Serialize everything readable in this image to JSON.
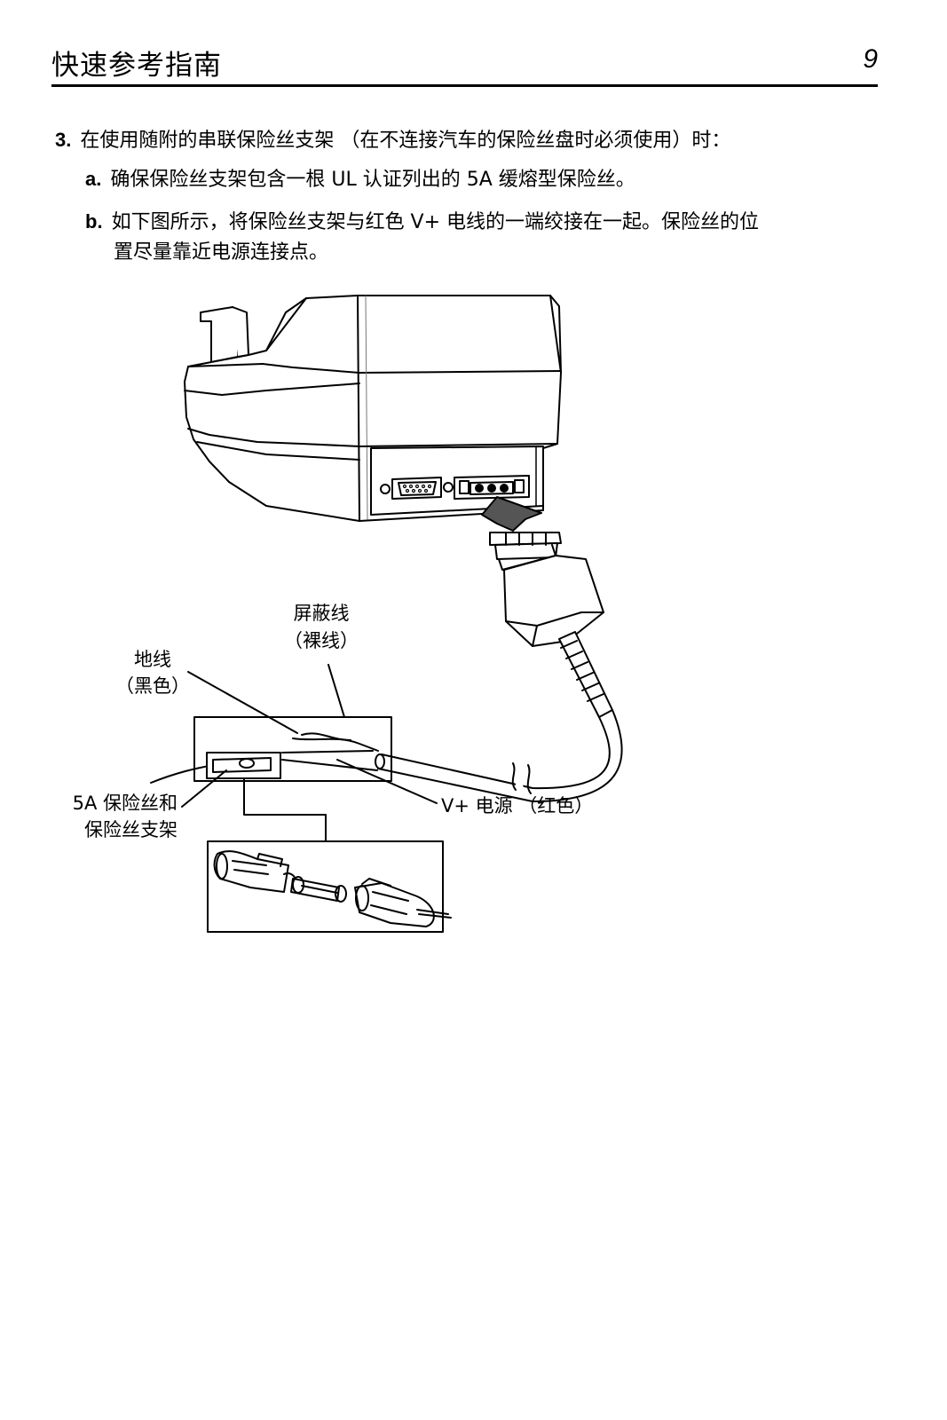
{
  "header": {
    "title": "快速参考指南",
    "page_number": "9"
  },
  "steps": {
    "step3": {
      "marker": "3.",
      "text": "在使用随附的串联保险丝支架 （在不连接汽车的保险丝盘时必须使用）时："
    },
    "step_a": {
      "marker": "a.",
      "text": "确保保险丝支架包含一根 UL 认证列出的 5A 缓熔型保险丝。"
    },
    "step_b": {
      "marker": "b.",
      "text_line1": "如下图所示，将保险丝支架与红色  V+  电线的一端绞接在一起。保险丝的位",
      "text_line2": "置尽量靠近电源连接点。"
    }
  },
  "figure": {
    "callouts": {
      "shield_wire_line1": "屏蔽线",
      "shield_wire_line2": "（裸线）",
      "ground_wire_line1": "地线",
      "ground_wire_line2": "（黑色）",
      "fuse_line1": "5A 保险丝和",
      "fuse_line2": "保险丝支架",
      "power_wire": "V+ 电源 （红色）"
    }
  }
}
